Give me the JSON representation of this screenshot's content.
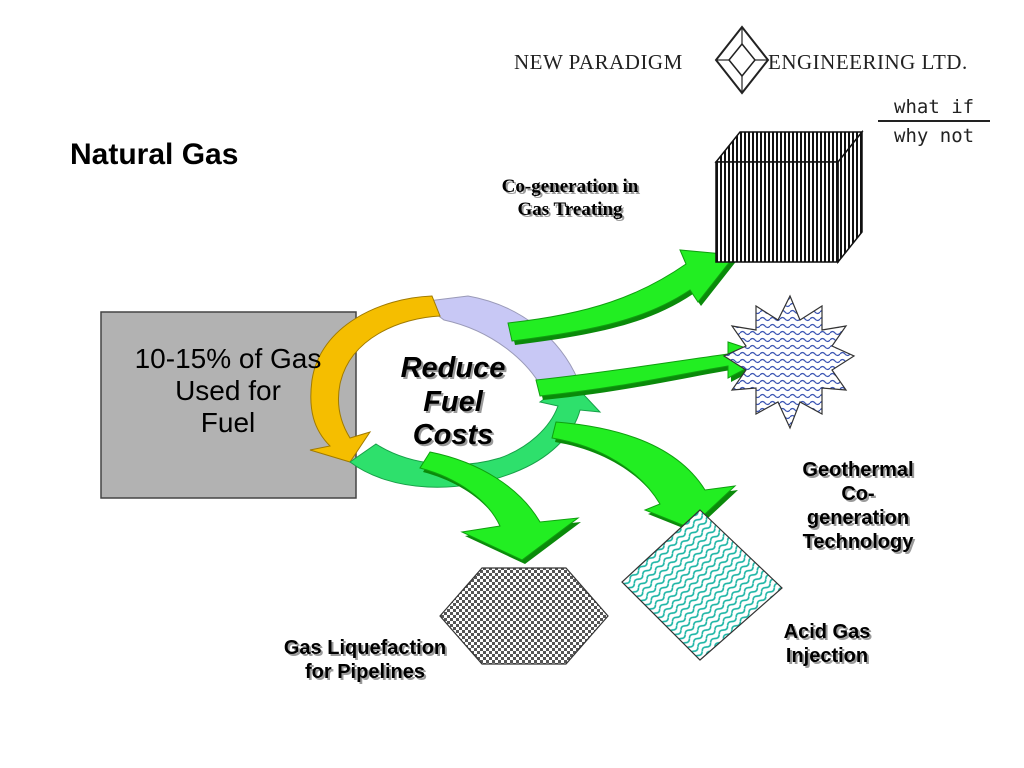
{
  "logo": {
    "left_text": "NEW PARADIGM",
    "right_text": "ENGINEERING LTD.",
    "tagline_top": "what if",
    "tagline_bottom": "why not"
  },
  "title": "Natural Gas",
  "gas_box": {
    "line1": "10-15% of Gas",
    "line2": "Used for",
    "line3": "Fuel"
  },
  "center": {
    "line1": "Reduce",
    "line2": "Fuel",
    "line3": "Costs"
  },
  "targets": {
    "cogeneration": {
      "line1": "Co-generation in",
      "line2": "Gas Treating"
    },
    "geothermal": {
      "line1": "Geothermal",
      "line2": "Co-",
      "line3": "generation",
      "line4": "Technology"
    },
    "acid_gas": {
      "line1": "Acid Gas",
      "line2": "Injection"
    },
    "liquefaction": {
      "line1": "Gas Liquefaction",
      "line2": "for Pipelines"
    }
  },
  "colors": {
    "gas_box": "#b2b2b2",
    "cycle_yellow": "#f5be00",
    "cycle_lavender": "#c8c8f5",
    "cycle_green": "#2ee06c",
    "arrow_green": "#22ee22",
    "arrow_shadow": "#0a8a0a",
    "pattern_teal": "#1bb5a5",
    "pattern_blue": "#3c56b4"
  }
}
